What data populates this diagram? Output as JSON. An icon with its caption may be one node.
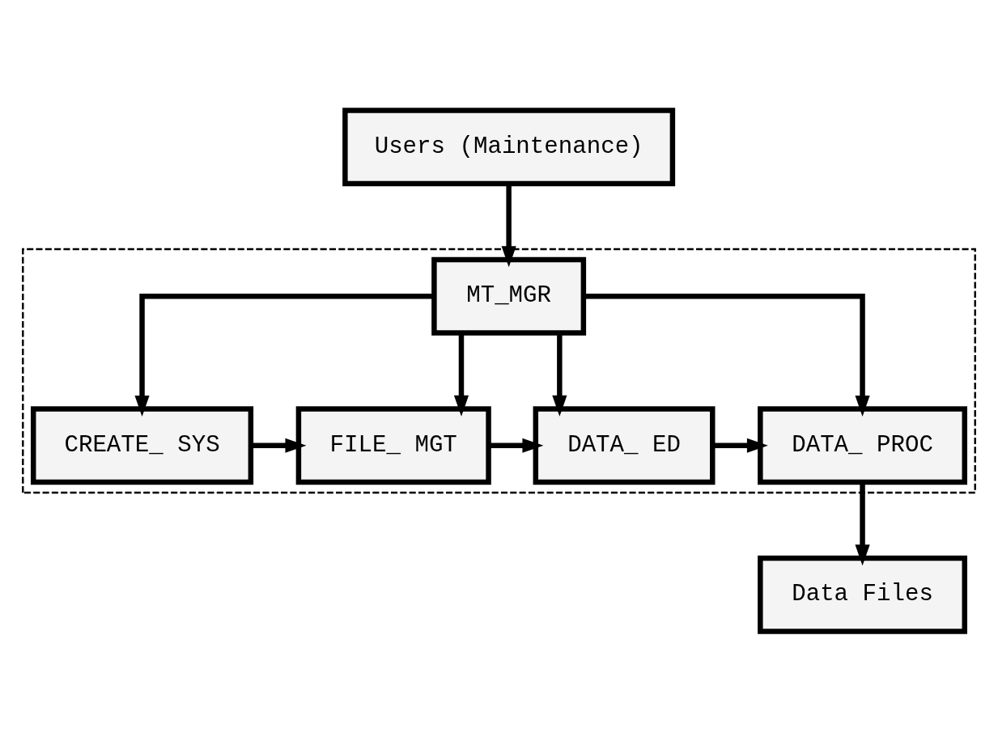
{
  "diagram": {
    "nodes": [
      {
        "text": [
          "Users (Maintenance)"
        ]
      },
      {
        "text": [],
        "shape": "box"
      },
      {
        "text": [
          "MT_MGR"
        ],
        "in": 1
      },
      {
        "text": [
          "CREATE_ SYS"
        ],
        "in": 1
      },
      {
        "text": [
          "FILE_ MGT"
        ],
        "in": 1
      },
      {
        "text": [
          "DATA_ ED"
        ],
        "in": 1
      },
      {
        "text": [
          "DATA_ PROC"
        ],
        "in": 1
      },
      {
        "text": [
          "Data Files"
        ]
      }
    ],
    "edges": [
      {
        "from": 0,
        "to": 2,
        "arrow": "to"
      },
      {
        "from": 2,
        "to": 3,
        "arrow": "to"
      },
      {
        "from": 2,
        "to": 4,
        "arrow": "to"
      },
      {
        "from": 2,
        "to": 5,
        "arrow": "to"
      },
      {
        "from": 2,
        "to": 6,
        "arrow": "to"
      },
      {
        "from": 3,
        "to": 4,
        "arrow": "to"
      },
      {
        "from": 4,
        "to": 5,
        "arrow": "to"
      },
      {
        "from": 5,
        "to": 6,
        "arrow": "to"
      },
      {
        "from": 6,
        "to": 7,
        "arrow": "to"
      }
    ]
  }
}
